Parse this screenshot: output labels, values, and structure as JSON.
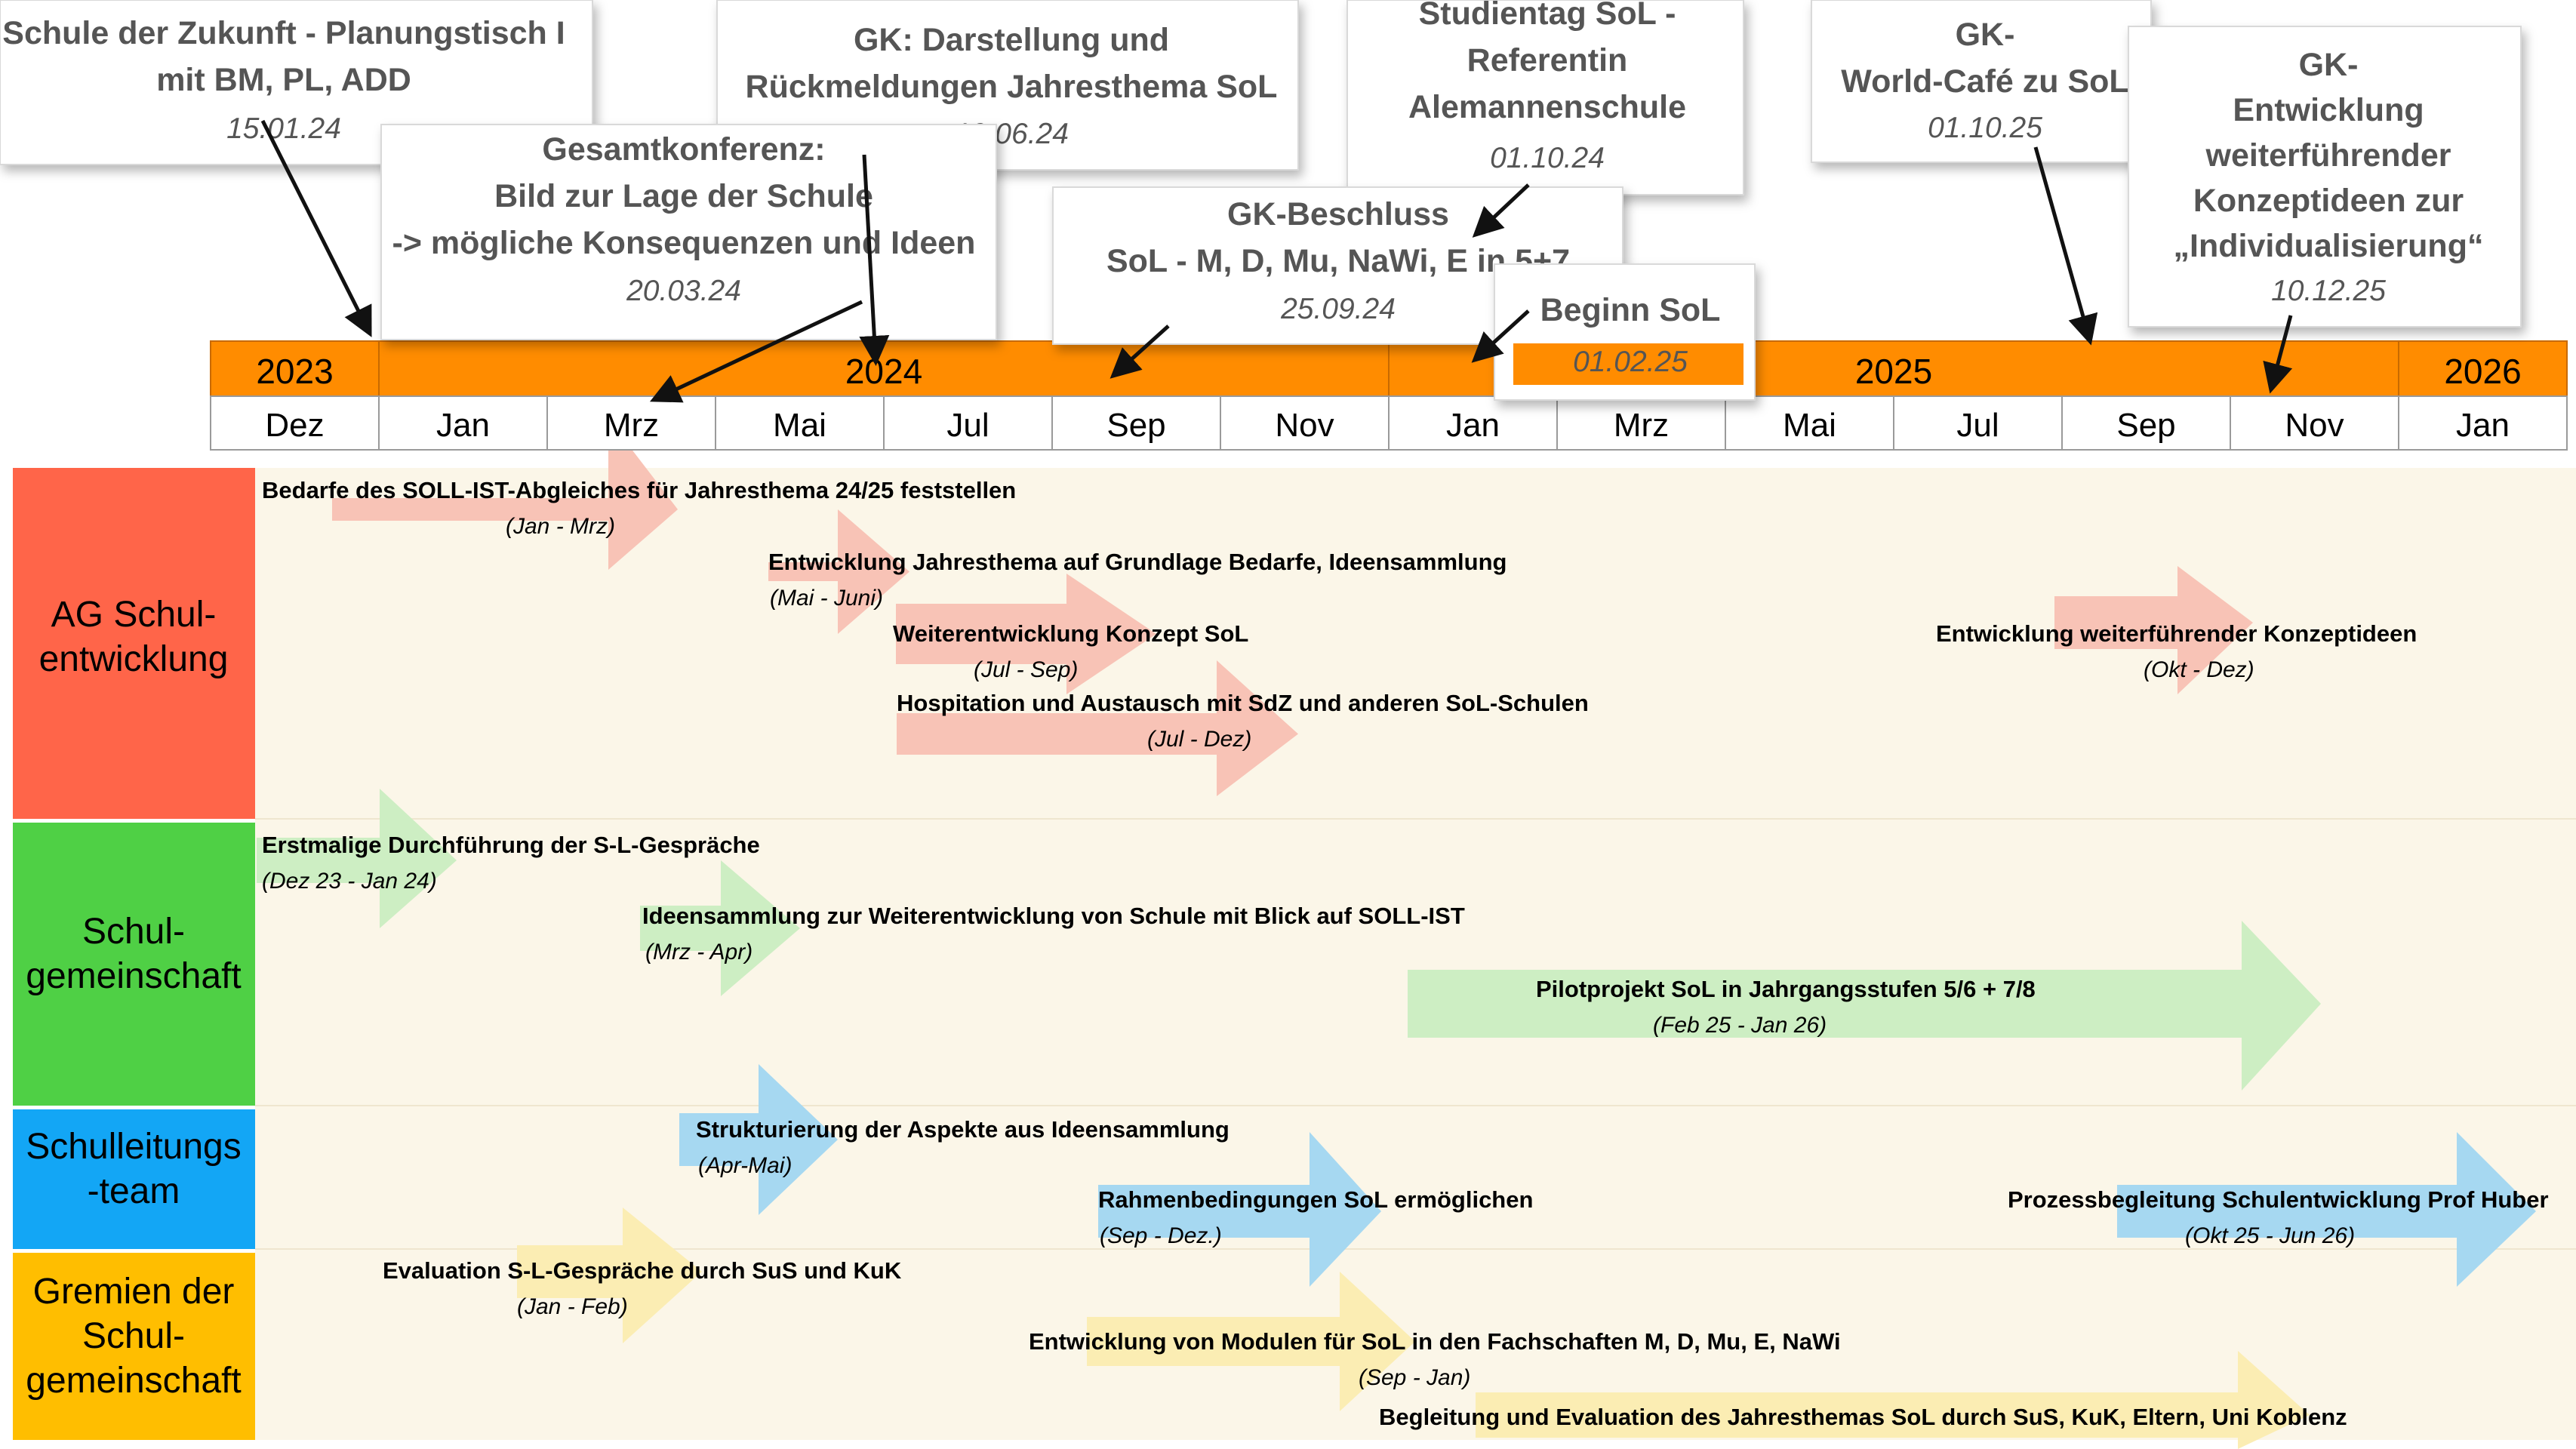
{
  "colors": {
    "timeline_orange": "#FF8C00",
    "board_bg": "#FBF6E8",
    "callout_bg": "#FFFFFF",
    "callout_text": "#555555",
    "date_text": "#555555",
    "arrow_black": "#111111",
    "row_ag": "#FF6549",
    "row_schul": "#4FD045",
    "row_sl": "#13A6F5",
    "row_gremien": "#FFBE00",
    "arrow_red": "#F8C3B6",
    "arrow_green": "#CDEEC3",
    "arrow_blue": "#A6D8F1",
    "arrow_yellow": "#FBEDB3"
  },
  "timeline": {
    "years": [
      "2023",
      "2024",
      "2025",
      "2026"
    ],
    "months": [
      "Dez",
      "Jan",
      "Mrz",
      "Mai",
      "Jul",
      "Sep",
      "Nov",
      "Jan",
      "Mrz",
      "Mai",
      "Jul",
      "Sep",
      "Nov",
      "Jan"
    ]
  },
  "rows": [
    {
      "label_lines": [
        "AG Schul-",
        "entwicklung"
      ],
      "color_key": "row_ag"
    },
    {
      "label_lines": [
        "Schul-",
        "gemeinschaft"
      ],
      "color_key": "row_schul"
    },
    {
      "label_lines": [
        "Schulleitungs",
        "-team"
      ],
      "color_key": "row_sl"
    },
    {
      "label_lines": [
        "Gremien der",
        "Schul-",
        "gemeinschaft"
      ],
      "color_key": "row_gremien"
    }
  ],
  "callouts": [
    {
      "lines": [
        "Schule der Zukunft - Planungstisch I",
        "mit BM, PL, ADD"
      ],
      "date": "15.01.24"
    },
    {
      "lines": [
        "GK: Darstellung und",
        "Rückmeldungen Jahresthema SoL"
      ],
      "date": "19.06.24"
    },
    {
      "lines": [
        "Gesamtkonferenz:",
        "Bild zur Lage der Schule",
        "-> mögliche Konsequenzen und Ideen"
      ],
      "date": "20.03.24"
    },
    {
      "lines": [
        "Studientag SoL -",
        "Referentin",
        "Alemannenschule"
      ],
      "date": "01.10.24"
    },
    {
      "lines": [
        "GK-Beschluss",
        "SoL - M, D, Mu, NaWi, E in 5+7"
      ],
      "date": "25.09.24"
    },
    {
      "lines": [
        "GK-",
        "World-Café zu SoL"
      ],
      "date": "01.10.25"
    },
    {
      "lines": [
        "GK-",
        "Entwicklung",
        "weiterführender",
        "Konzeptideen zur",
        "„Individualisierung“"
      ],
      "date": "10.12.25"
    },
    {
      "lines": [
        "Beginn SoL"
      ],
      "date": "01.02.25"
    }
  ],
  "activities": [
    {
      "title": "Bedarfe des SOLL-IST-Abgleiches für Jahresthema 24/25 feststellen",
      "period": "(Jan - Mrz)",
      "color_key": "arrow_red"
    },
    {
      "title": "Entwicklung Jahresthema auf Grundlage Bedarfe, Ideensammlung",
      "period": "(Mai - Juni)",
      "color_key": "arrow_red"
    },
    {
      "title": "Weiterentwicklung Konzept SoL",
      "period": "(Jul - Sep)",
      "color_key": "arrow_red"
    },
    {
      "title": "Hospitation und Austausch mit SdZ und anderen SoL-Schulen",
      "period": "(Jul - Dez)",
      "color_key": "arrow_red"
    },
    {
      "title": "Entwicklung weiterführender Konzeptideen",
      "period": "(Okt - Dez)",
      "color_key": "arrow_red"
    },
    {
      "title": "Erstmalige Durchführung der S-L-Gespräche",
      "period": "(Dez 23 - Jan 24)",
      "color_key": "arrow_green"
    },
    {
      "title": "Ideensammlung zur Weiterentwicklung von Schule mit Blick auf SOLL-IST",
      "period": "(Mrz - Apr)",
      "color_key": "arrow_green"
    },
    {
      "title": "Pilotprojekt SoL in Jahrgangsstufen 5/6 + 7/8",
      "period": "(Feb 25 - Jan 26)",
      "color_key": "arrow_green"
    },
    {
      "title": "Strukturierung der Aspekte aus Ideensammlung",
      "period": "(Apr-Mai)",
      "color_key": "arrow_blue"
    },
    {
      "title": "Rahmenbedingungen SoL ermöglichen",
      "period": "(Sep - Dez.)",
      "color_key": "arrow_blue"
    },
    {
      "title": "Prozessbegleitung Schulentwicklung Prof Huber",
      "period": "(Okt 25 - Jun 26)",
      "color_key": "arrow_blue"
    },
    {
      "title": "Evaluation S-L-Gespräche durch SuS und KuK",
      "period": "(Jan - Feb)",
      "color_key": "arrow_yellow"
    },
    {
      "title": "Entwicklung von Modulen für SoL in den Fachschaften M, D, Mu, E, NaWi",
      "period": "(Sep - Jan)",
      "color_key": "arrow_yellow"
    },
    {
      "title": "Begleitung und Evaluation des Jahresthemas SoL durch SuS, KuK, Eltern, Uni Koblenz",
      "period": "",
      "color_key": "arrow_yellow"
    }
  ]
}
